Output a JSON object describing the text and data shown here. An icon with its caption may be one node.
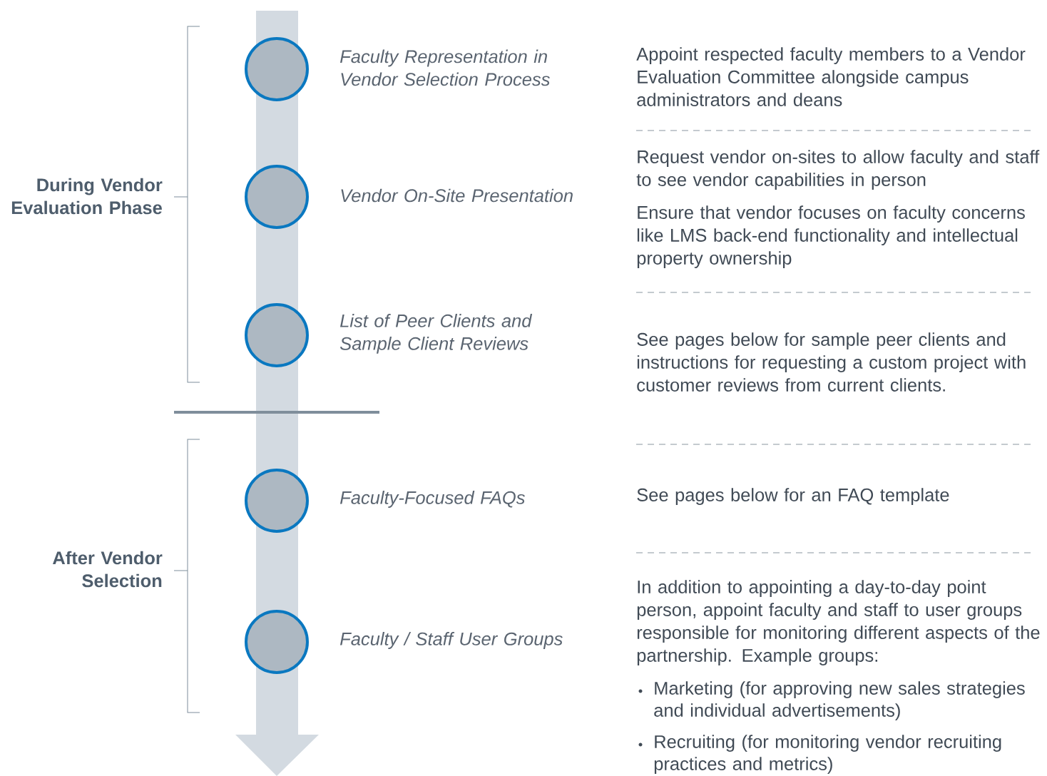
{
  "diagram": {
    "nodes": [
      {
        "text": [],
        "shape": "circle",
        "beside": [
          "Faculty Representation in Vendor Selection Process"
        ]
      },
      {
        "text": [],
        "shape": "circle",
        "beside": [
          "Vendor On-Site Presentation"
        ]
      },
      {
        "text": [],
        "shape": "circle",
        "beside": [
          "List of Peer Clients and Sample Client Reviews"
        ]
      },
      {
        "text": [],
        "shape": "circle",
        "beside": [
          "Faculty-Focused FAQs"
        ]
      },
      {
        "text": [],
        "shape": "circle",
        "beside": [
          "Faculty / Staff User Groups"
        ]
      }
    ],
    "labels": [
      "During Vendor Evaluation Phase",
      "After Vendor Selection",
      "Appoint respected faculty members to a Vendor Evaluation Committee alongside campus administrators and deans",
      "Request vendor on-sites to allow faculty and staff to see vendor capabilities in person",
      "Ensure that vendor focuses on faculty concerns like LMS back-end functionality and intellectual property ownership",
      "See pages below for sample peer clients and instructions for requesting a custom project with customer reviews from current clients.",
      "See pages below for an FAQ template",
      "In addition to appointing a day-to-day point person, appoint faculty and staff to user groups responsible for monitoring different aspects of the partnership. Example groups:",
      "Marketing (for approving new sales strategies and individual advertisements)",
      "Recruiting (for  monitoring vendor recruiting practices and metrics)"
    ]
  }
}
